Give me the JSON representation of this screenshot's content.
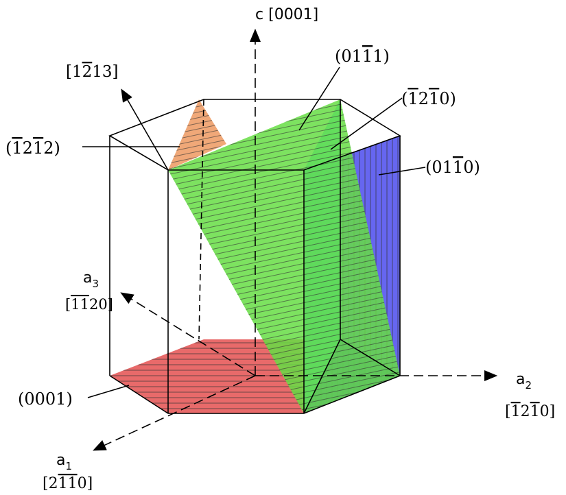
{
  "axes": {
    "c": {
      "name": "c",
      "index": "[0001]"
    },
    "a1": {
      "name": "a",
      "sub": "1",
      "index_parts": [
        "[2",
        "1",
        "1",
        "0]"
      ],
      "bars": [
        false,
        true,
        true,
        false
      ]
    },
    "a2": {
      "name": "a",
      "sub": "2",
      "index_parts": [
        "[",
        "1",
        "2",
        "1",
        "0]"
      ],
      "bars": [
        false,
        true,
        false,
        true,
        false
      ]
    },
    "a3": {
      "name": "a",
      "sub": "3",
      "index_parts": [
        "[",
        "1",
        "1",
        "20]"
      ],
      "bars": [
        false,
        true,
        true,
        false
      ]
    },
    "diag": {
      "index_parts": [
        "[1",
        "2",
        "13]"
      ],
      "bars": [
        false,
        true,
        false
      ]
    }
  },
  "planes": {
    "basal": {
      "label": "(0001)",
      "color": "#e86a6a"
    },
    "pyramidal_1": {
      "label_parts": [
        "(",
        "1",
        "2",
        "1",
        "2)"
      ],
      "bars": [
        false,
        true,
        false,
        true,
        false
      ],
      "color": "#f0a878"
    },
    "pyramidal_2": {
      "label_parts": [
        "(01",
        "1",
        "1)"
      ],
      "bars": [
        false,
        true,
        false
      ],
      "color": "#66dd44"
    },
    "prism_a": {
      "label_parts": [
        "(",
        "1",
        "2",
        "1",
        "0)"
      ],
      "bars": [
        false,
        true,
        false,
        true,
        false
      ],
      "color": "#33dddd"
    },
    "prism_m": {
      "label_parts": [
        "(01",
        "1",
        "0)"
      ],
      "bars": [
        false,
        true,
        false
      ],
      "color": "#5555ee"
    }
  }
}
